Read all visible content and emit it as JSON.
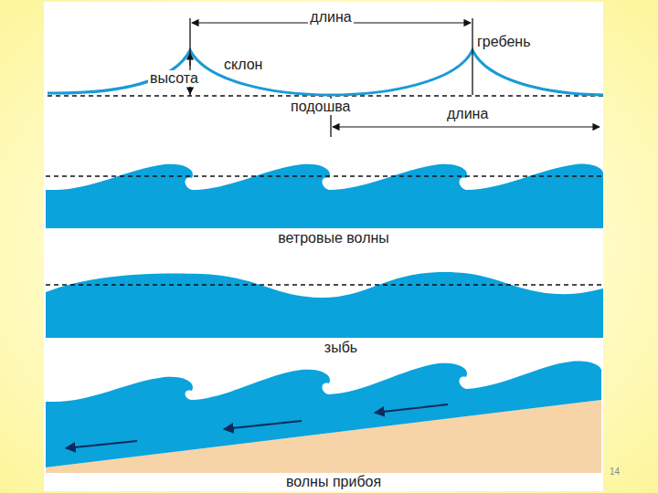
{
  "diagram": {
    "labels": [
      "длина",
      "гребень",
      "склон",
      "высота",
      "подошва",
      "длина",
      "ветровые волны",
      "зыбь",
      "волны прибоя",
      "14"
    ]
  }
}
